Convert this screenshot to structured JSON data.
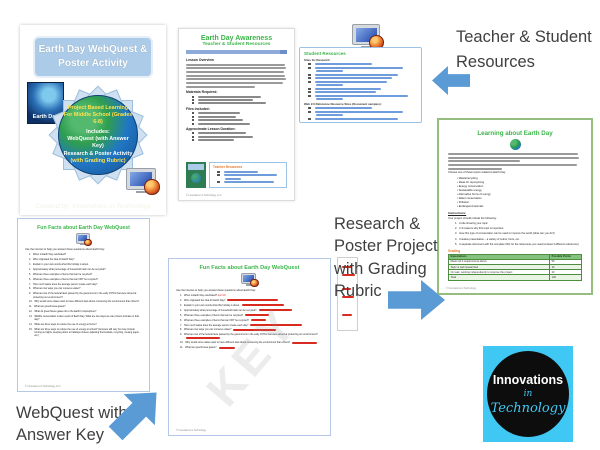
{
  "colors": {
    "accent_blue": "#5b9bd5",
    "title_green": "#3cb54a",
    "link_blue": "#0563c1",
    "answer_red": "#d92a20",
    "cover_green": "#2e7d52",
    "logo_blue": "#3fc8f4"
  },
  "cover": {
    "title": "Earth Day WebQuest & Poster Activity",
    "thumb_caption": "Earth Day",
    "badge": {
      "line1": "Project Based Learning",
      "line2": "For Middle School (Grades 6-8)",
      "line3": "Includes:",
      "line4": "WebQuest (with Answer Key)",
      "line5": "Research & Poster Activity",
      "line6": "(with Grading Rubric)"
    },
    "credit": "Created by:  Innovations in Technology"
  },
  "lesson_doc": {
    "title": "Earth Day Awareness",
    "subtitle": "Teacher & Student Resources",
    "section1": "Lesson Overview",
    "section2": "Materials Required:",
    "section3": "Files Included:",
    "section4": "Approximate Lesson Duration:",
    "resources_box_title": "Teacher Resources",
    "footer": "© Innovations in Technology, LLC"
  },
  "student_doc": {
    "box_title": "Student Resources",
    "section1": "Sites for Research:",
    "section2": "Web 2.0 Reference Resource Sites (Document samples):"
  },
  "poster_doc": {
    "title": "Learning about Earth Day",
    "choose_line": "Choose one of these topics related to Earth Day:",
    "topics": [
      "Waste/recycling",
      "Ideas for repurposing",
      "Energy conservation",
      "Sustainable energy",
      "Alternative forms of energy",
      "Water conservation",
      "Pollution",
      "Endangered animals"
    ],
    "instructions_heading": "Instructions:",
    "include_line": "Your project should include the following:",
    "items": [
      "A title showing your topic",
      "2-3 reasons why this topic is important",
      "How this type of conservation can be used to improve the world (what can you do?)",
      "Creative presentation – a variety of colors, fonts, etc.",
      "A separate document with the complete URL for the references you used (at least 3 different references)"
    ],
    "grading_heading": "Grading",
    "table": {
      "headers": [
        "Expectations",
        "Possible Points"
      ],
      "rows": [
        [
          "Meets all 4 requirements above",
          "50"
        ],
        [
          "Topic is well researched",
          "30"
        ],
        [
          "On task, working independently to improve the project",
          "20"
        ],
        [
          "Total",
          "100"
        ]
      ]
    },
    "footer": "© Innovations in Technology"
  },
  "webquest_doc": {
    "title": "Fun Facts about Earth Day WebQuest",
    "intro": "Use the internet to help you answer these questions about Earth Day:",
    "questions": [
      "When is Earth Day celebrated?",
      "Who originated the idea for Earth Day?",
      "Explain in your own words what this holiday is about.",
      "Approximately what percentage of household trash can be recycled?",
      "What are three examples of items that can be recycled?",
      "What are three examples of items that can NOT be recycled?",
      "How much waste does the average person create each day?",
      "What are two ways you can conserve water?",
      "What are two of the federal laws passed by the government in the early 1970's that were aimed at protecting our environment?",
      "Why would some states want to have different laws about conserving the environment than others?",
      "What are greenhouse gases?",
      "What do greenhouse gases do to the Earth's troposphere?",
      "Wildlife conservation is also a part of Earth Day. What are two ways we can protect animals on that day?",
      "What are three ways to reduce the use of energy at home?",
      "What are three ways to reduce the use of energy at school? (Answers will vary but may include turning out lights, keeping doors to hallways closed, adjusting thermostats, recycling, reusing paper, etc.)"
    ],
    "footer": "© Innovations in Technology, LLC"
  },
  "answer_key_doc": {
    "title": "Fun Facts about Earth Day WebQuest",
    "intro": "Use the internet to help you answer these questions about Earth Day:",
    "watermark": "KEY",
    "answer1": "April 22",
    "footer": "© Innovations in Technology"
  },
  "annotations": {
    "teacher_student": "Teacher & Student Resources",
    "research_poster": "Research & Poster Project with Grading Rubric",
    "webquest_key": "WebQuest with Answer Key"
  },
  "logo": {
    "line1": "Innovations",
    "line2": "in",
    "line3": "Technology"
  }
}
